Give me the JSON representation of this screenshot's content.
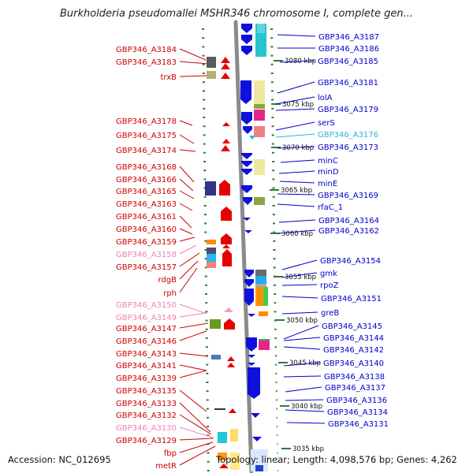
{
  "title": "Burkholderia pseudomallei MSHR346 chromosome I, complete gen...",
  "footer": {
    "accession": "Accession: NC_012695",
    "summary": "Topology: linear; Length: 4,098,576 bp; Genes: 4,262"
  },
  "colors": {
    "left_label": "#cc0000",
    "left_label_faded": "#ee82b4",
    "right_label": "#0000cc",
    "right_label_highlight": "#2ab5d8",
    "axis": "#8a8a8a",
    "tick": "#2e7d32",
    "gene_forward": "#e60000",
    "gene_reverse": "#1010dd"
  },
  "kbp_marks": [
    "3080 kbp",
    "3075 kbp",
    "3070 kbp",
    "3065 kbp",
    "3060 kbp",
    "3055 kbp",
    "3050 kbp",
    "3045 kbp",
    "3040 kbp",
    "3035 kbp"
  ],
  "left_genes": [
    {
      "name": "GBP346_A3184",
      "style": "normal"
    },
    {
      "name": "GBP346_A3183",
      "style": "normal"
    },
    {
      "name": "trxB",
      "style": "normal"
    },
    {
      "name": "GBP346_A3178",
      "style": "normal"
    },
    {
      "name": "GBP346_A3175",
      "style": "normal"
    },
    {
      "name": "GBP346_A3174",
      "style": "normal"
    },
    {
      "name": "GBP346_A3168",
      "style": "normal"
    },
    {
      "name": "GBP346_A3166",
      "style": "normal"
    },
    {
      "name": "GBP346_A3165",
      "style": "normal"
    },
    {
      "name": "GBP346_A3163",
      "style": "normal"
    },
    {
      "name": "GBP346_A3161",
      "style": "normal"
    },
    {
      "name": "GBP346_A3160",
      "style": "normal"
    },
    {
      "name": "GBP346_A3159",
      "style": "normal"
    },
    {
      "name": "GBP346_A3158",
      "style": "faded"
    },
    {
      "name": "GBP346_A3157",
      "style": "normal"
    },
    {
      "name": "rdgB",
      "style": "normal"
    },
    {
      "name": "rph",
      "style": "normal"
    },
    {
      "name": "GBP346_A3150",
      "style": "faded"
    },
    {
      "name": "GBP346_A3149",
      "style": "faded"
    },
    {
      "name": "GBP346_A3147",
      "style": "normal"
    },
    {
      "name": "GBP346_A3146",
      "style": "normal"
    },
    {
      "name": "GBP346_A3143",
      "style": "normal"
    },
    {
      "name": "GBP346_A3141",
      "style": "normal"
    },
    {
      "name": "GBP346_A3139",
      "style": "normal"
    },
    {
      "name": "GBP346_A3135",
      "style": "normal"
    },
    {
      "name": "GBP346_A3133",
      "style": "normal"
    },
    {
      "name": "GBP346_A3132",
      "style": "normal"
    },
    {
      "name": "GBP346_A3130",
      "style": "faded"
    },
    {
      "name": "GBP346_A3129",
      "style": "normal"
    },
    {
      "name": "fbp",
      "style": "normal"
    },
    {
      "name": "metR",
      "style": "normal"
    }
  ],
  "right_genes": [
    {
      "name": "GBP346_A3187",
      "style": "normal"
    },
    {
      "name": "GBP346_A3186",
      "style": "normal"
    },
    {
      "name": "GBP346_A3185",
      "style": "normal"
    },
    {
      "name": "GBP346_A3181",
      "style": "normal"
    },
    {
      "name": "lolA",
      "style": "normal"
    },
    {
      "name": "GBP346_A3179",
      "style": "normal"
    },
    {
      "name": "serS",
      "style": "normal"
    },
    {
      "name": "GBP346_A3176",
      "style": "highlight"
    },
    {
      "name": "GBP346_A3173",
      "style": "normal"
    },
    {
      "name": "minC",
      "style": "normal"
    },
    {
      "name": "minD",
      "style": "normal"
    },
    {
      "name": "minE",
      "style": "normal"
    },
    {
      "name": "GBP346_A3169",
      "style": "normal"
    },
    {
      "name": "rfaC_1",
      "style": "normal"
    },
    {
      "name": "GBP346_A3164",
      "style": "normal"
    },
    {
      "name": "GBP346_A3162",
      "style": "normal"
    },
    {
      "name": "GBP346_A3154",
      "style": "normal"
    },
    {
      "name": "gmk",
      "style": "normal"
    },
    {
      "name": "rpoZ",
      "style": "normal"
    },
    {
      "name": "GBP346_A3151",
      "style": "normal"
    },
    {
      "name": "greB",
      "style": "normal"
    },
    {
      "name": "GBP346_A3145",
      "style": "normal"
    },
    {
      "name": "GBP346_A3144",
      "style": "normal"
    },
    {
      "name": "GBP346_A3142",
      "style": "normal"
    },
    {
      "name": "GBP346_A3140",
      "style": "normal"
    },
    {
      "name": "GBP346_A3138",
      "style": "normal"
    },
    {
      "name": "GBP346_A3137",
      "style": "normal"
    },
    {
      "name": "GBP346_A3136",
      "style": "normal"
    },
    {
      "name": "GBP346_A3134",
      "style": "normal"
    },
    {
      "name": "GBP346_A3131",
      "style": "normal"
    }
  ]
}
